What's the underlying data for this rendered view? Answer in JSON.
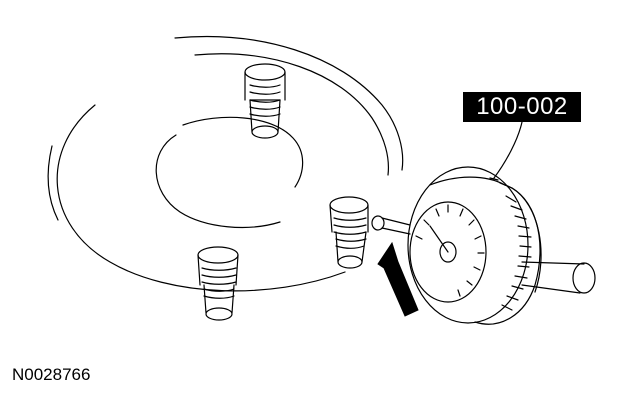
{
  "tool_callout": {
    "label": "100-002"
  },
  "figure": {
    "id": "N0028766"
  },
  "colors": {
    "ink": "#000000",
    "background": "#ffffff"
  },
  "icons": [
    "hub-flange",
    "wheel-stud",
    "dial-indicator",
    "direction-arrow"
  ]
}
